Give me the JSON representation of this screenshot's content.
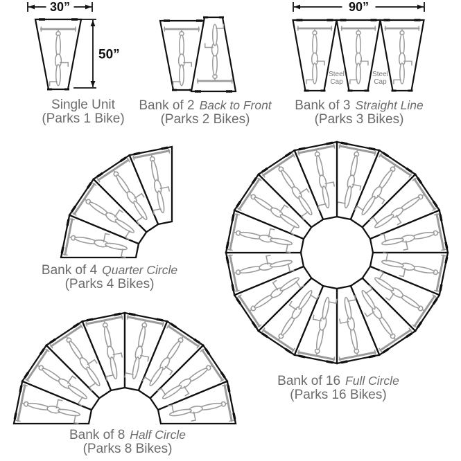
{
  "page_title": "Bike Rack Configuration Diagram",
  "colors": {
    "background": "#ffffff",
    "outline": "#111111",
    "bike": "#9b9b9b",
    "label_text": "#6b6b6b",
    "dimension_text": "#111111",
    "steel_cap_text": "#757575"
  },
  "dimensions": {
    "single_width": "30”",
    "single_height": "50”",
    "bank3_width": "90”"
  },
  "steel_cap_label": "Steel Cap",
  "banks": [
    {
      "name_label": "Single Unit",
      "style_label": "",
      "parks_label": "(Parks 1 Bike)",
      "count": 1,
      "arrangement": "single"
    },
    {
      "name_label": "Bank of 2",
      "style_label": "Back to Front",
      "parks_label": "(Parks 2 Bikes)",
      "count": 2,
      "arrangement": "back-to-front"
    },
    {
      "name_label": "Bank of 3",
      "style_label": "Straight Line",
      "parks_label": "(Parks 3 Bikes)",
      "count": 3,
      "arrangement": "straight-line"
    },
    {
      "name_label": "Bank of 4",
      "style_label": "Quarter Circle",
      "parks_label": "(Parks 4 Bikes)",
      "count": 4,
      "arrangement": "quarter-circle"
    },
    {
      "name_label": "Bank of 8",
      "style_label": "Half Circle",
      "parks_label": "(Parks 8 Bikes)",
      "count": 8,
      "arrangement": "half-circle"
    },
    {
      "name_label": "Bank of 16",
      "style_label": "Full Circle",
      "parks_label": "(Parks 16 Bikes)",
      "count": 16,
      "arrangement": "full-circle"
    }
  ]
}
